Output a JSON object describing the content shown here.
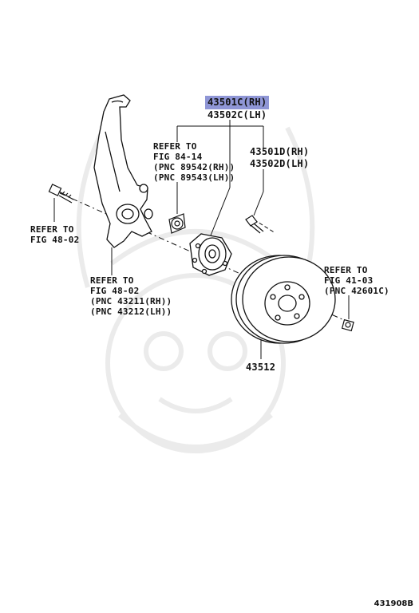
{
  "callouts": {
    "hub_main_rh": "43501C(RH)",
    "hub_main_lh": "43502C(LH)",
    "hub_alt_rh": "43501D(RH)",
    "hub_alt_lh": "43502D(LH)",
    "disc": "43512"
  },
  "refers": {
    "sensor": [
      "REFER TO",
      "FIG 84-14",
      "(PNC 89542(RH))",
      "(PNC 89543(LH))"
    ],
    "bolt": [
      "REFER TO",
      "FIG 48-02"
    ],
    "knuckle": [
      "REFER TO",
      "FIG 48-02",
      "(PNC 43211(RH))",
      "(PNC 43212(LH))"
    ],
    "nut": [
      "REFER TO",
      "FIG 41-03",
      "(PNC 42601C)"
    ]
  },
  "diagram_number": "431908B",
  "colors": {
    "highlight": "#8f96d6",
    "ink": "#111111",
    "watermark": "#e9e9e9"
  }
}
